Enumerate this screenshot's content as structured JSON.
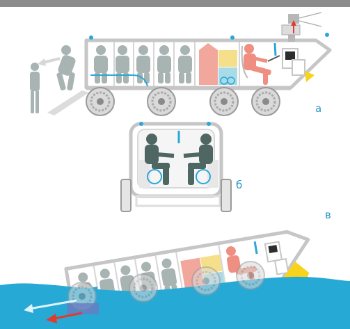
{
  "labels": {
    "a": "а",
    "b": "б",
    "v": "в"
  },
  "colors": {
    "frame": "#c6c6c6",
    "figure": "#a8b4b2",
    "figure_dark": "#4f6762",
    "driver": "#ef8f82",
    "accent_blue": "#2aa7d8",
    "water": "#27a9d6",
    "pink_block": "#f2a79c",
    "yellow_block": "#f6df8a",
    "lightblue_block": "#a8dbe7",
    "yellow": "#f7d31b",
    "red_arrow": "#e03b2e",
    "top_bar": "#8c8c8c"
  }
}
